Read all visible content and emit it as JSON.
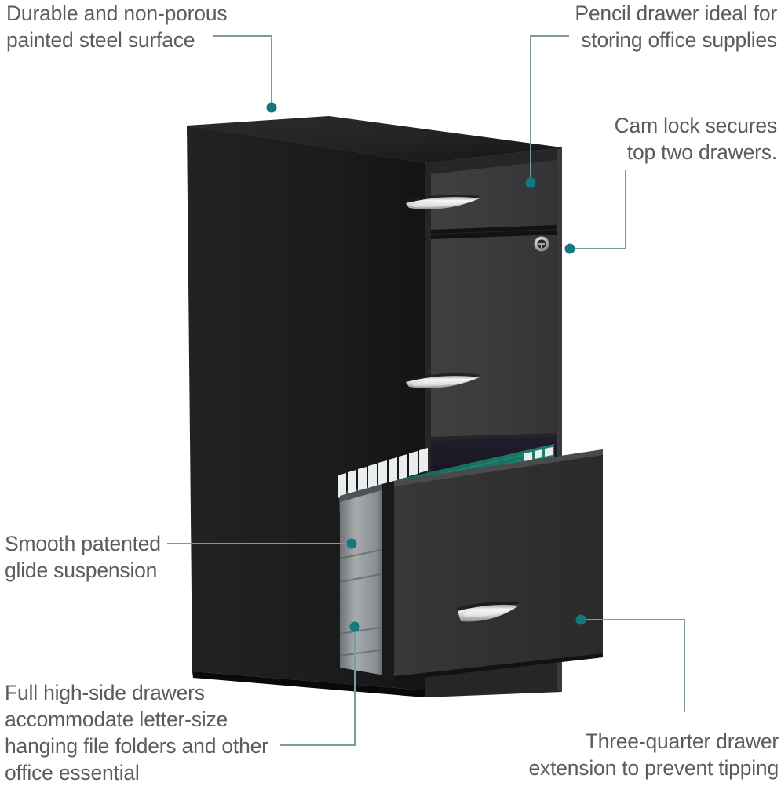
{
  "page": {
    "type": "product-feature-infographic",
    "subject": "3-drawer metal vertical file cabinet with open bottom drawer",
    "background_color": "#ffffff",
    "text_color": "#5b5c5e",
    "leader_line_color": "#7d9b9b",
    "marker_dot_color": "#15787e"
  },
  "callouts": [
    {
      "id": "durable",
      "text": "Durable and non-porous\npainted steel surface",
      "align": "left",
      "target": "cabinet-top-surface"
    },
    {
      "id": "pencil",
      "text": "Pencil drawer ideal for\nstoring office supplies",
      "align": "right",
      "target": "pencil-drawer"
    },
    {
      "id": "camlock",
      "text": "Cam lock secures\ntop two drawers.",
      "align": "right",
      "target": "cam-lock"
    },
    {
      "id": "glide",
      "text": "Smooth patented\nglide suspension",
      "align": "left",
      "target": "drawer-glide-suspension"
    },
    {
      "id": "fullhigh",
      "text": "Full high-side drawers\naccommodate letter-size\nhanging file folders and other\noffice essential",
      "align": "left",
      "target": "drawer-high-side"
    },
    {
      "id": "threequarter",
      "text": "Three-quarter drawer\nextension to prevent tipping",
      "align": "right",
      "target": "open-drawer-front"
    }
  ],
  "product": {
    "cabinet_body_color": "#1f1f21",
    "cabinet_top_color": "#232325",
    "drawer_face_color": "#3c3c3e",
    "handle_color": "#d8dadc",
    "lock_color": "#b9bcbe",
    "folder_color": "#176b5e",
    "folder_tab_color": "#e8ecec",
    "drawer_side_color": "#8d9295",
    "drawers": [
      {
        "name": "pencil-drawer",
        "state": "closed",
        "has_handle": true
      },
      {
        "name": "middle-file-drawer",
        "state": "closed",
        "has_handle": true,
        "has_lock": true
      },
      {
        "name": "bottom-file-drawer",
        "state": "open",
        "has_handle": true
      }
    ]
  }
}
